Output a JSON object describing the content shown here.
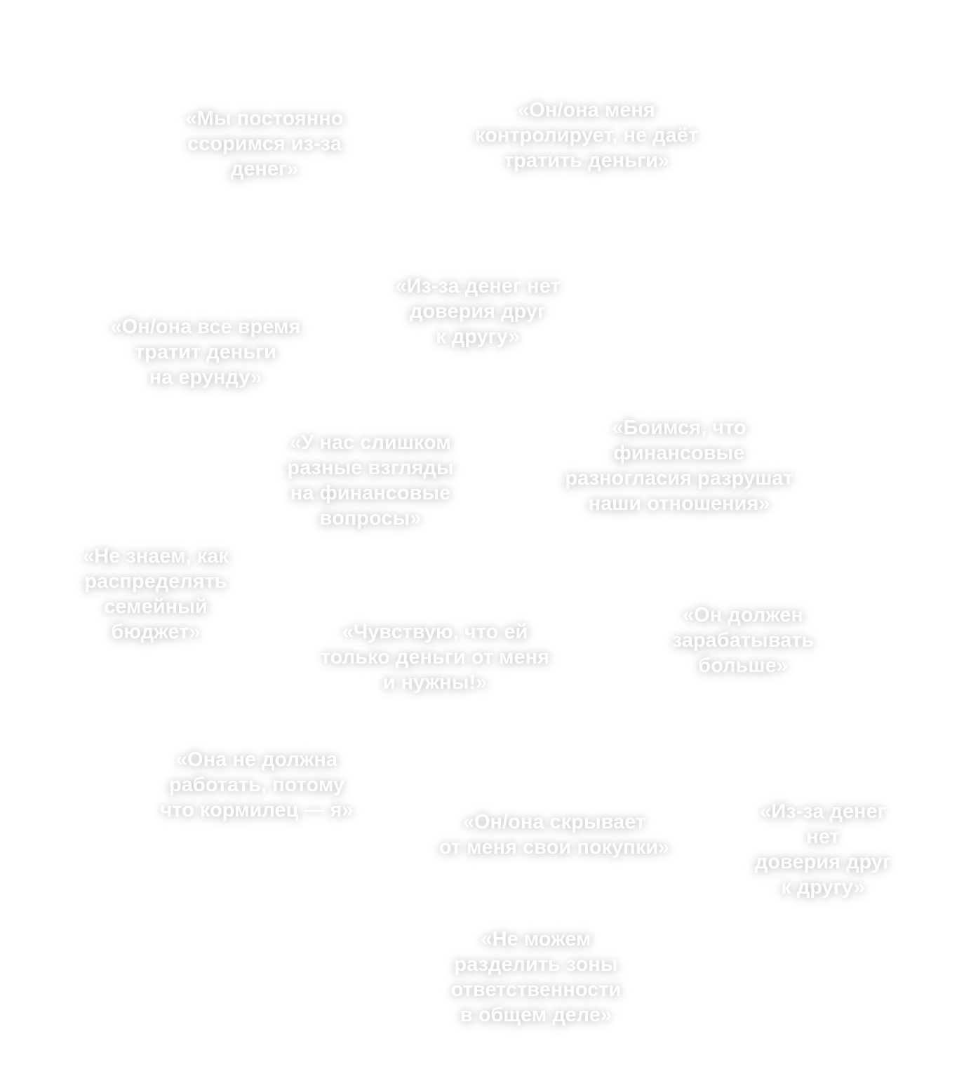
{
  "colors": {
    "text": "#ffffff",
    "background": "#ffffff",
    "shadow": "#d9d9d9"
  },
  "quotes": [
    "«Мы постоянно\nссоримся из-за\nденег»",
    "«Он/она меня\nконтролирует, не даёт\nтратить деньги»",
    "«Из-за денег нет\nдоверия друг\nк другу»",
    "«Он/она все время\nтратит деньги\nна ерунду»",
    "«У нас слишком\nразные взгляды\nна финансовые\nвопросы»",
    "«Боимся, что\nфинансовые\nразногласия разрушат\nнаши отношения»",
    "«Не знаем, как\nраспределять\nсемейный\nбюджет»",
    "«Чувствую, что ей\nтолько деньги от меня\nи нужны!»",
    "«Он должен\nзарабатывать\nбольше»",
    "«Она не должна\nработать, потому\nчто кормилец — я»",
    "«Он/она скрывает\nот меня свои покупки»",
    "«Из-за денег нет\nдоверия друг\nк другу»",
    "«Не можем\nразделить зоны\nответственности\nв общем деле»"
  ]
}
